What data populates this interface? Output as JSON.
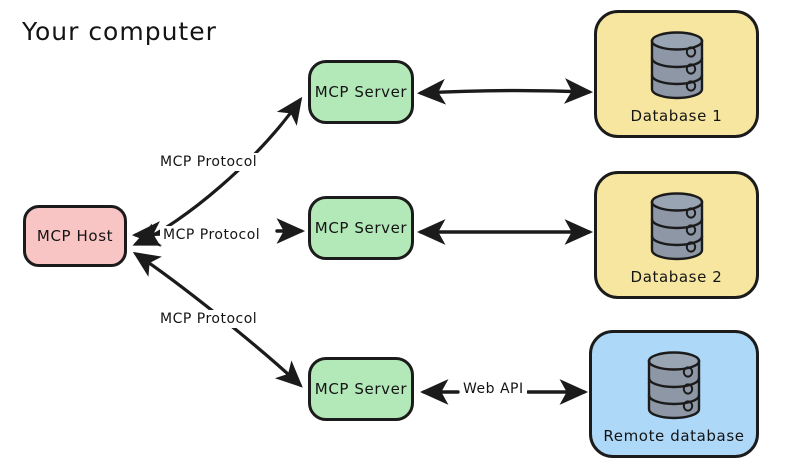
{
  "diagram": {
    "title": "Your computer",
    "nodes": {
      "host": {
        "label": "MCP Host",
        "color": "#f9c4c4"
      },
      "servers": [
        {
          "label": "MCP Server",
          "color": "#b3e9b8"
        },
        {
          "label": "MCP Server",
          "color": "#b3e9b8"
        },
        {
          "label": "MCP Server",
          "color": "#b3e9b8"
        }
      ],
      "databases": [
        {
          "label": "Database 1",
          "color": "#f7e6a0",
          "icon": "database-cylinder-icon"
        },
        {
          "label": "Database 2",
          "color": "#f7e6a0",
          "icon": "database-cylinder-icon"
        },
        {
          "label": "Remote database",
          "color": "#aed8f8",
          "icon": "database-cylinder-icon"
        }
      ]
    },
    "edges": [
      {
        "label": "MCP Protocol",
        "from": "MCP Host",
        "to": "MCP Server",
        "arrow": "double"
      },
      {
        "label": "MCP Protocol",
        "from": "MCP Host",
        "to": "MCP Server",
        "arrow": "double"
      },
      {
        "label": "MCP Protocol",
        "from": "MCP Host",
        "to": "MCP Server",
        "arrow": "double"
      },
      {
        "label": "",
        "from": "MCP Server",
        "to": "Database 1",
        "arrow": "double"
      },
      {
        "label": "",
        "from": "MCP Server",
        "to": "Database 2",
        "arrow": "double"
      },
      {
        "label": "Web API",
        "from": "MCP Server",
        "to": "Remote database",
        "arrow": "double"
      }
    ],
    "stroke_color": "#1b1b1b",
    "background": "#ffffff"
  }
}
